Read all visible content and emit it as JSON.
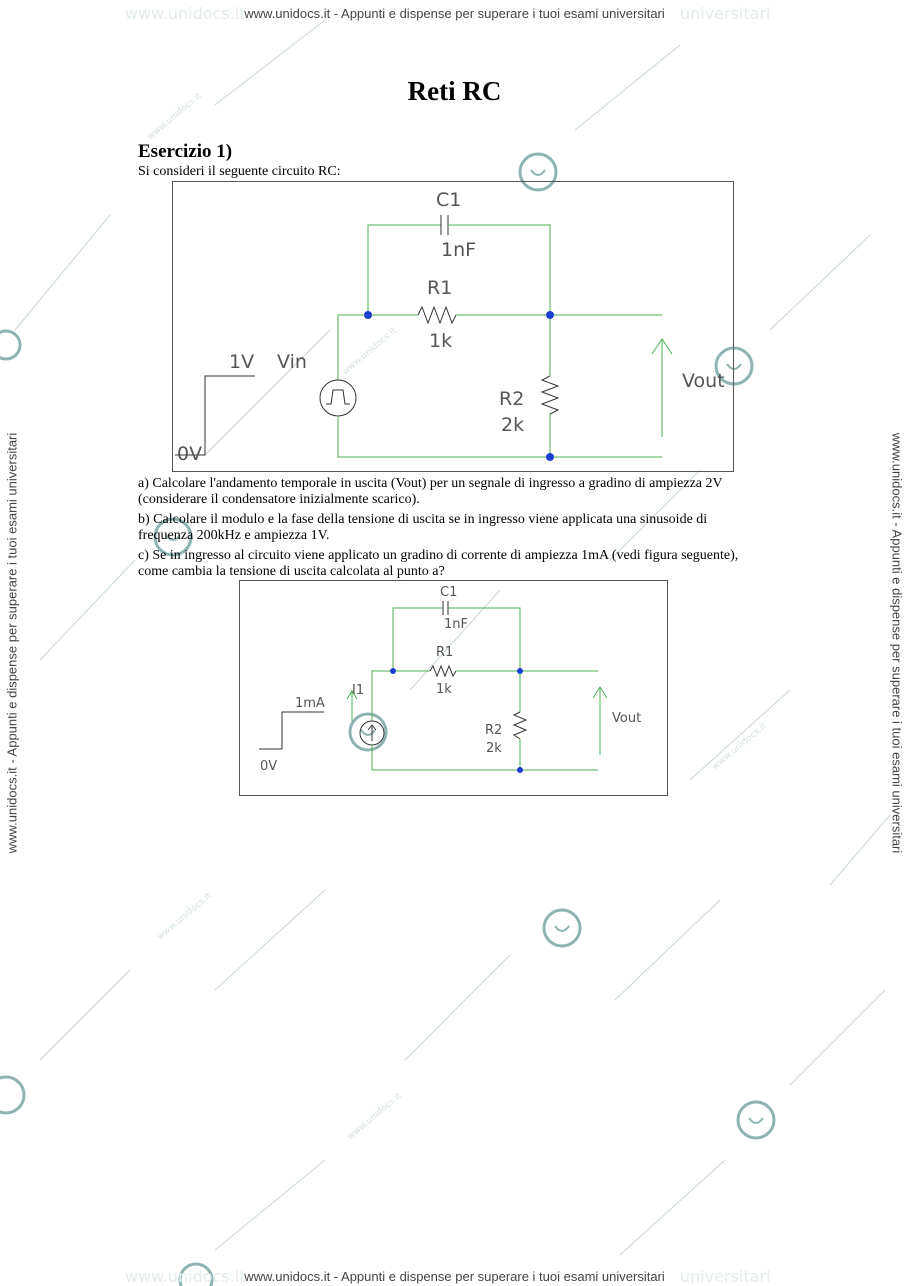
{
  "watermark": {
    "header": "www.unidocs.it - Appunti e dispense per superare i tuoi esami universitari",
    "footer": "www.unidocs.it - Appunti e dispense per superare i tuoi esami universitari",
    "side_left": "www.unidocs.it - Appunti e dispense per superare i tuoi esami universitari",
    "side_right": "www.unidocs.it - Appunti e dispense per superare i tuoi esami universitari"
  },
  "document": {
    "title": "Reti RC",
    "exercise_heading": "Esercizio 1)",
    "intro": "Si consideri il seguente circuito RC:",
    "question_a": "a) Calcolare l'andamento temporale in uscita (Vout) per un segnale di ingresso a gradino di ampiezza 2V (considerare il condensatore inizialmente scarico).",
    "question_b": "b) Calcolare il modulo e la fase della tensione di uscita se in ingresso viene applicata una sinusoide di frequenza 200kHz e ampiezza 1V.",
    "question_c": "c) Se in ingresso al circuito viene applicato un gradino di corrente di ampiezza 1mA (vedi figura seguente), come cambia la tensione di uscita calcolata al punto a?"
  },
  "circuit1": {
    "c1_label": "C1",
    "c1_value": "1nF",
    "r1_label": "R1",
    "r1_value": "1k",
    "r2_label": "R2",
    "r2_value": "2k",
    "step_high": "1V",
    "step_low": "0V",
    "source_label": "Vin",
    "output_label": "Vout"
  },
  "circuit2": {
    "c1_label": "C1",
    "c1_value": "1nF",
    "r1_label": "R1",
    "r1_value": "1k",
    "r2_label": "R2",
    "r2_value": "2k",
    "step_high": "1mA",
    "step_low": "0V",
    "source_label": "I1",
    "output_label": "Vout"
  },
  "colors": {
    "wire": "#4caf50",
    "node": "#1a3fd1",
    "watermark": "#7a9a9a"
  }
}
